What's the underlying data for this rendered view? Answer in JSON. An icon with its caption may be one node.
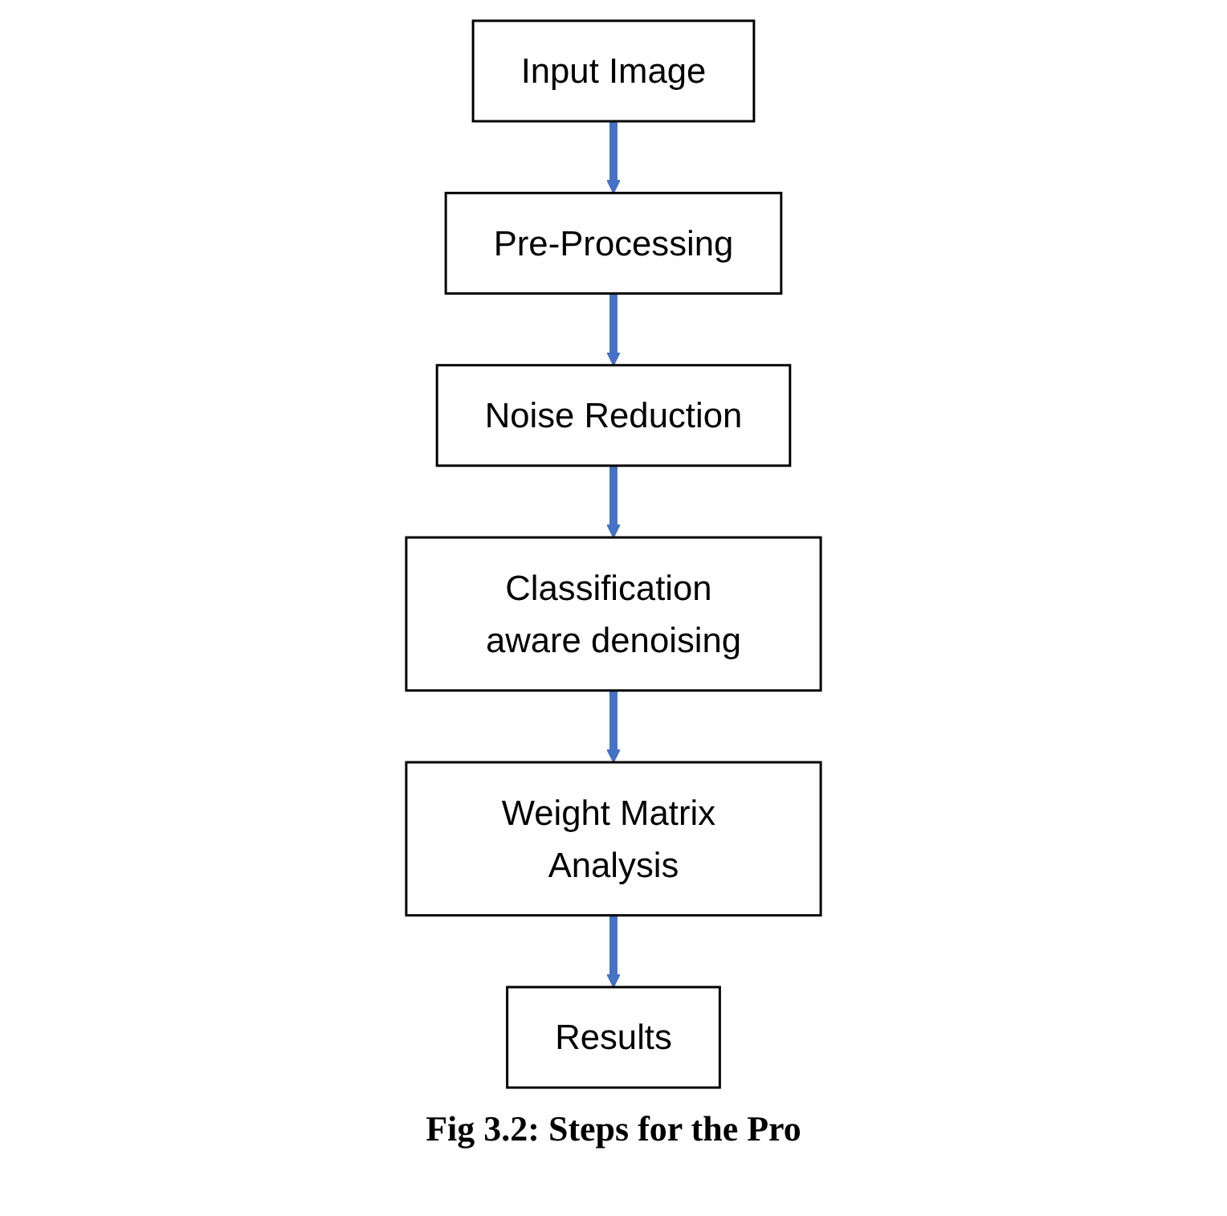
{
  "diagram": {
    "caption": "Fig 3.2: Steps for the Pro",
    "nodes": [
      {
        "text": [
          "Input Image"
        ]
      },
      {
        "text": [
          "Pre-Processing"
        ]
      },
      {
        "text": [
          "Noise Reduction"
        ]
      },
      {
        "text": [
          "Classification aware denoising"
        ]
      },
      {
        "text": [
          "Weight Matrix Analysis"
        ]
      },
      {
        "text": [
          "Results"
        ]
      }
    ],
    "edges": [
      {
        "from": 0,
        "to": 1,
        "arrow": "to"
      },
      {
        "from": 1,
        "to": 2,
        "arrow": "to"
      },
      {
        "from": 2,
        "to": 3,
        "arrow": "to"
      },
      {
        "from": 3,
        "to": 4,
        "arrow": "to"
      },
      {
        "from": 4,
        "to": 5,
        "arrow": "to"
      }
    ]
  }
}
